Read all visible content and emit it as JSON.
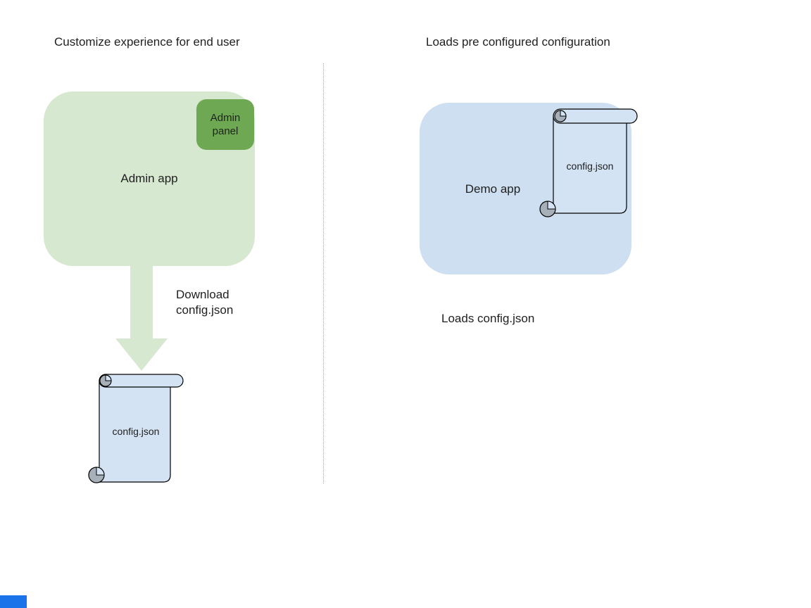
{
  "left_panel": {
    "title": "Customize experience for end user",
    "admin_app_label": "Admin app",
    "admin_panel_line1": "Admin",
    "admin_panel_line2": "panel",
    "download_line1": "Download",
    "download_line2": "config.json",
    "file_label": "config.json"
  },
  "right_panel": {
    "title": "Loads pre configured configuration",
    "demo_app_label": "Demo app",
    "file_label": "config.json",
    "loads_caption": "Loads config.json"
  },
  "icons": {
    "down_arrow": "download-arrow-icon",
    "scroll_left": "config-scroll-icon",
    "scroll_right": "config-scroll-icon"
  },
  "colors": {
    "admin_app_fill": "#d6e8d0",
    "admin_panel_fill": "#6fa853",
    "demo_app_fill": "#cddff0",
    "scroll_fill": "#d3e3f3",
    "scroll_curl_gray": "#a7afb8",
    "arrow_fill": "#d6e8d0",
    "divider_gray": "#9aa0a6",
    "text": "#1f1f1f",
    "corner_chip_blue": "#1a73e8"
  }
}
